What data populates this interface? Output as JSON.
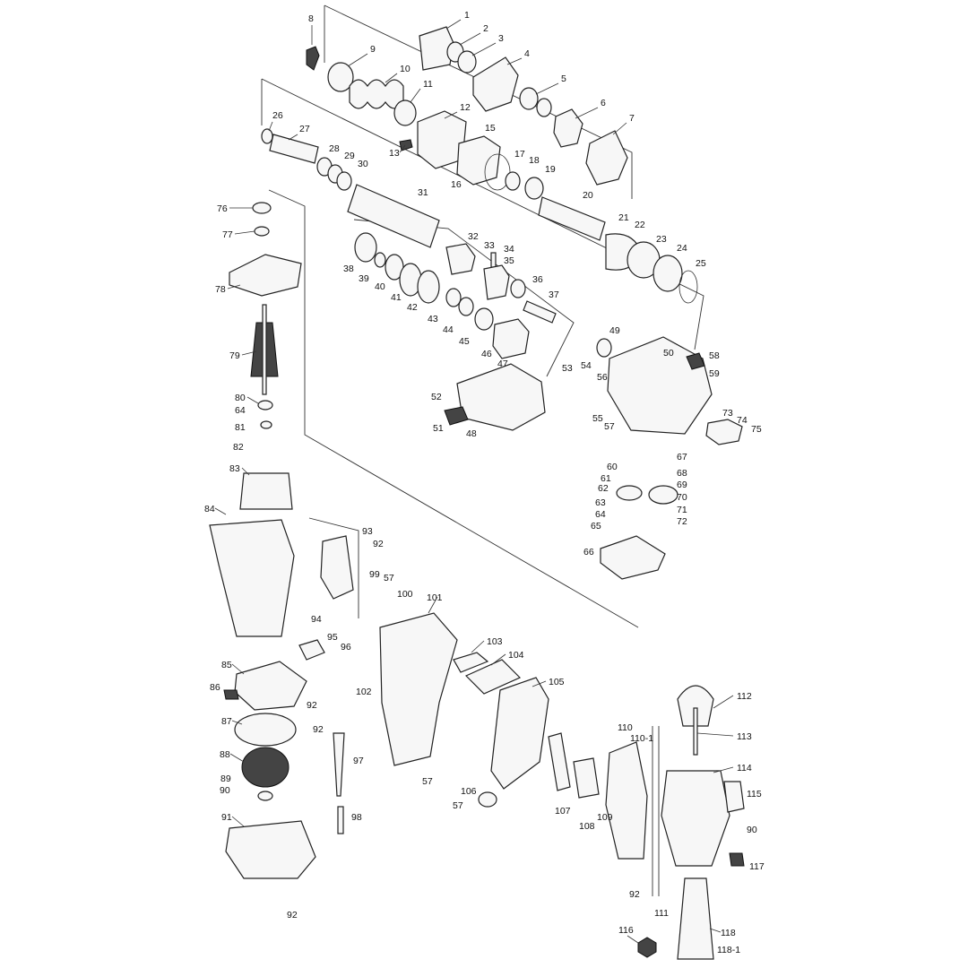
{
  "diagram": {
    "labels": [
      "1",
      "2",
      "3",
      "4",
      "5",
      "6",
      "7",
      "8",
      "9",
      "10",
      "11",
      "12",
      "13",
      "15",
      "16",
      "17",
      "18",
      "19",
      "20",
      "21",
      "22",
      "23",
      "24",
      "25",
      "26",
      "27",
      "28",
      "29",
      "30",
      "31",
      "32",
      "33",
      "34",
      "35",
      "36",
      "37",
      "38",
      "39",
      "40",
      "41",
      "42",
      "43",
      "44",
      "45",
      "46",
      "47",
      "48",
      "49",
      "50",
      "51",
      "52",
      "53",
      "54",
      "55",
      "56",
      "57",
      "58",
      "59",
      "60",
      "61",
      "62",
      "63",
      "64",
      "65",
      "66",
      "67",
      "68",
      "69",
      "70",
      "71",
      "72",
      "73",
      "74",
      "75",
      "76",
      "77",
      "78",
      "79",
      "80",
      "81",
      "82",
      "83",
      "84",
      "85",
      "86",
      "87",
      "88",
      "89",
      "90",
      "91",
      "92",
      "93",
      "94",
      "95",
      "96",
      "97",
      "98",
      "99",
      "100",
      "101",
      "102",
      "103",
      "104",
      "105",
      "106",
      "107",
      "108",
      "109",
      "110",
      "110-1",
      "111",
      "112",
      "113",
      "114",
      "115",
      "116",
      "117",
      "118",
      "118-1"
    ]
  }
}
